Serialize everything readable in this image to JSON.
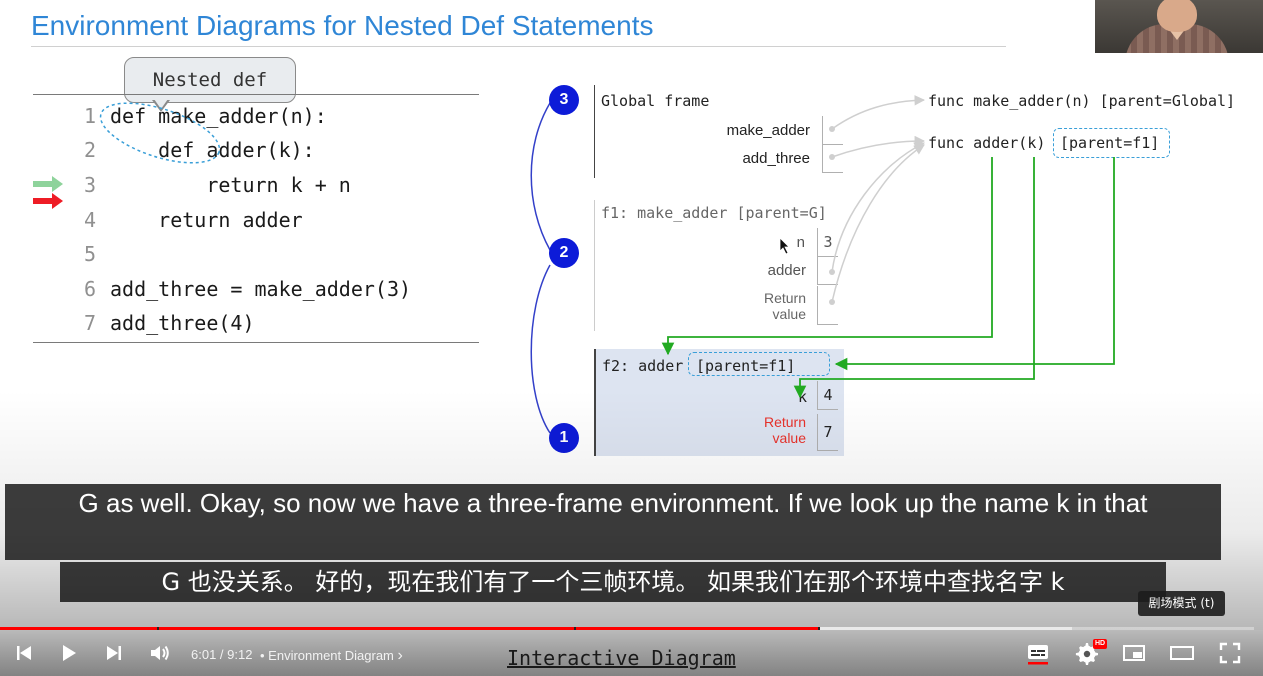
{
  "slide": {
    "title": "Environment Diagrams for Nested Def Statements",
    "callout": "Nested def",
    "code": [
      {
        "num": "1",
        "text": "def make_adder(n):"
      },
      {
        "num": "2",
        "text": "    def adder(k):"
      },
      {
        "num": "3",
        "text": "        return k + n"
      },
      {
        "num": "4",
        "text": "    return adder"
      },
      {
        "num": "5",
        "text": ""
      },
      {
        "num": "6",
        "text": "add_three = make_adder(3)"
      },
      {
        "num": "7",
        "text": "add_three(4)"
      }
    ],
    "arrow_colors": {
      "previous": "#8ed39b",
      "next": "#ee1c25"
    }
  },
  "diagram": {
    "global_frame": {
      "label": "Global frame",
      "vars": [
        {
          "name": "make_adder"
        },
        {
          "name": "add_three"
        }
      ]
    },
    "objects": {
      "make_adder_func": "func make_adder(n) [parent=Global]",
      "adder_func": "func adder(k)",
      "adder_parent": "[parent=f1]"
    },
    "f1": {
      "label": "f1: make_adder [parent=G]",
      "n_name": "n",
      "n_value": "3",
      "adder_name": "adder",
      "return_label": "Return\nvalue"
    },
    "f2": {
      "label": "f2: adder",
      "parent": "[parent=f1]",
      "k_name": "k",
      "k_value": "4",
      "return_label": "Return\nvalue",
      "return_value": "7"
    },
    "steps": [
      "3",
      "2",
      "1"
    ],
    "colors": {
      "step": "#0d1bd8",
      "arrow_green": "#22aa22",
      "pointer_gray": "#c8c8c8",
      "return_red": "#e8322b",
      "highlight_blue": "#3a9fd8"
    }
  },
  "captions": {
    "english": "G as well. Okay, so now we have a three-frame environment. If we look up the name k in that",
    "chinese": "G 也没关系。 好的，现在我们有了一个三帧环境。 如果我们在那个环境中查找名字 k"
  },
  "player": {
    "time": "6:01 / 9:12",
    "chapter": "• Environment Diagram",
    "chapter_chevron": "›",
    "overlay_link": "Interactive Diagram",
    "tooltip": "剧场模式 (t)",
    "hd_badge": "HD",
    "progress_played": 0.654,
    "progress_buffered": 0.855,
    "chapter_marks": [
      0.125,
      0.458,
      0.652
    ],
    "accent": "#ff0000"
  }
}
